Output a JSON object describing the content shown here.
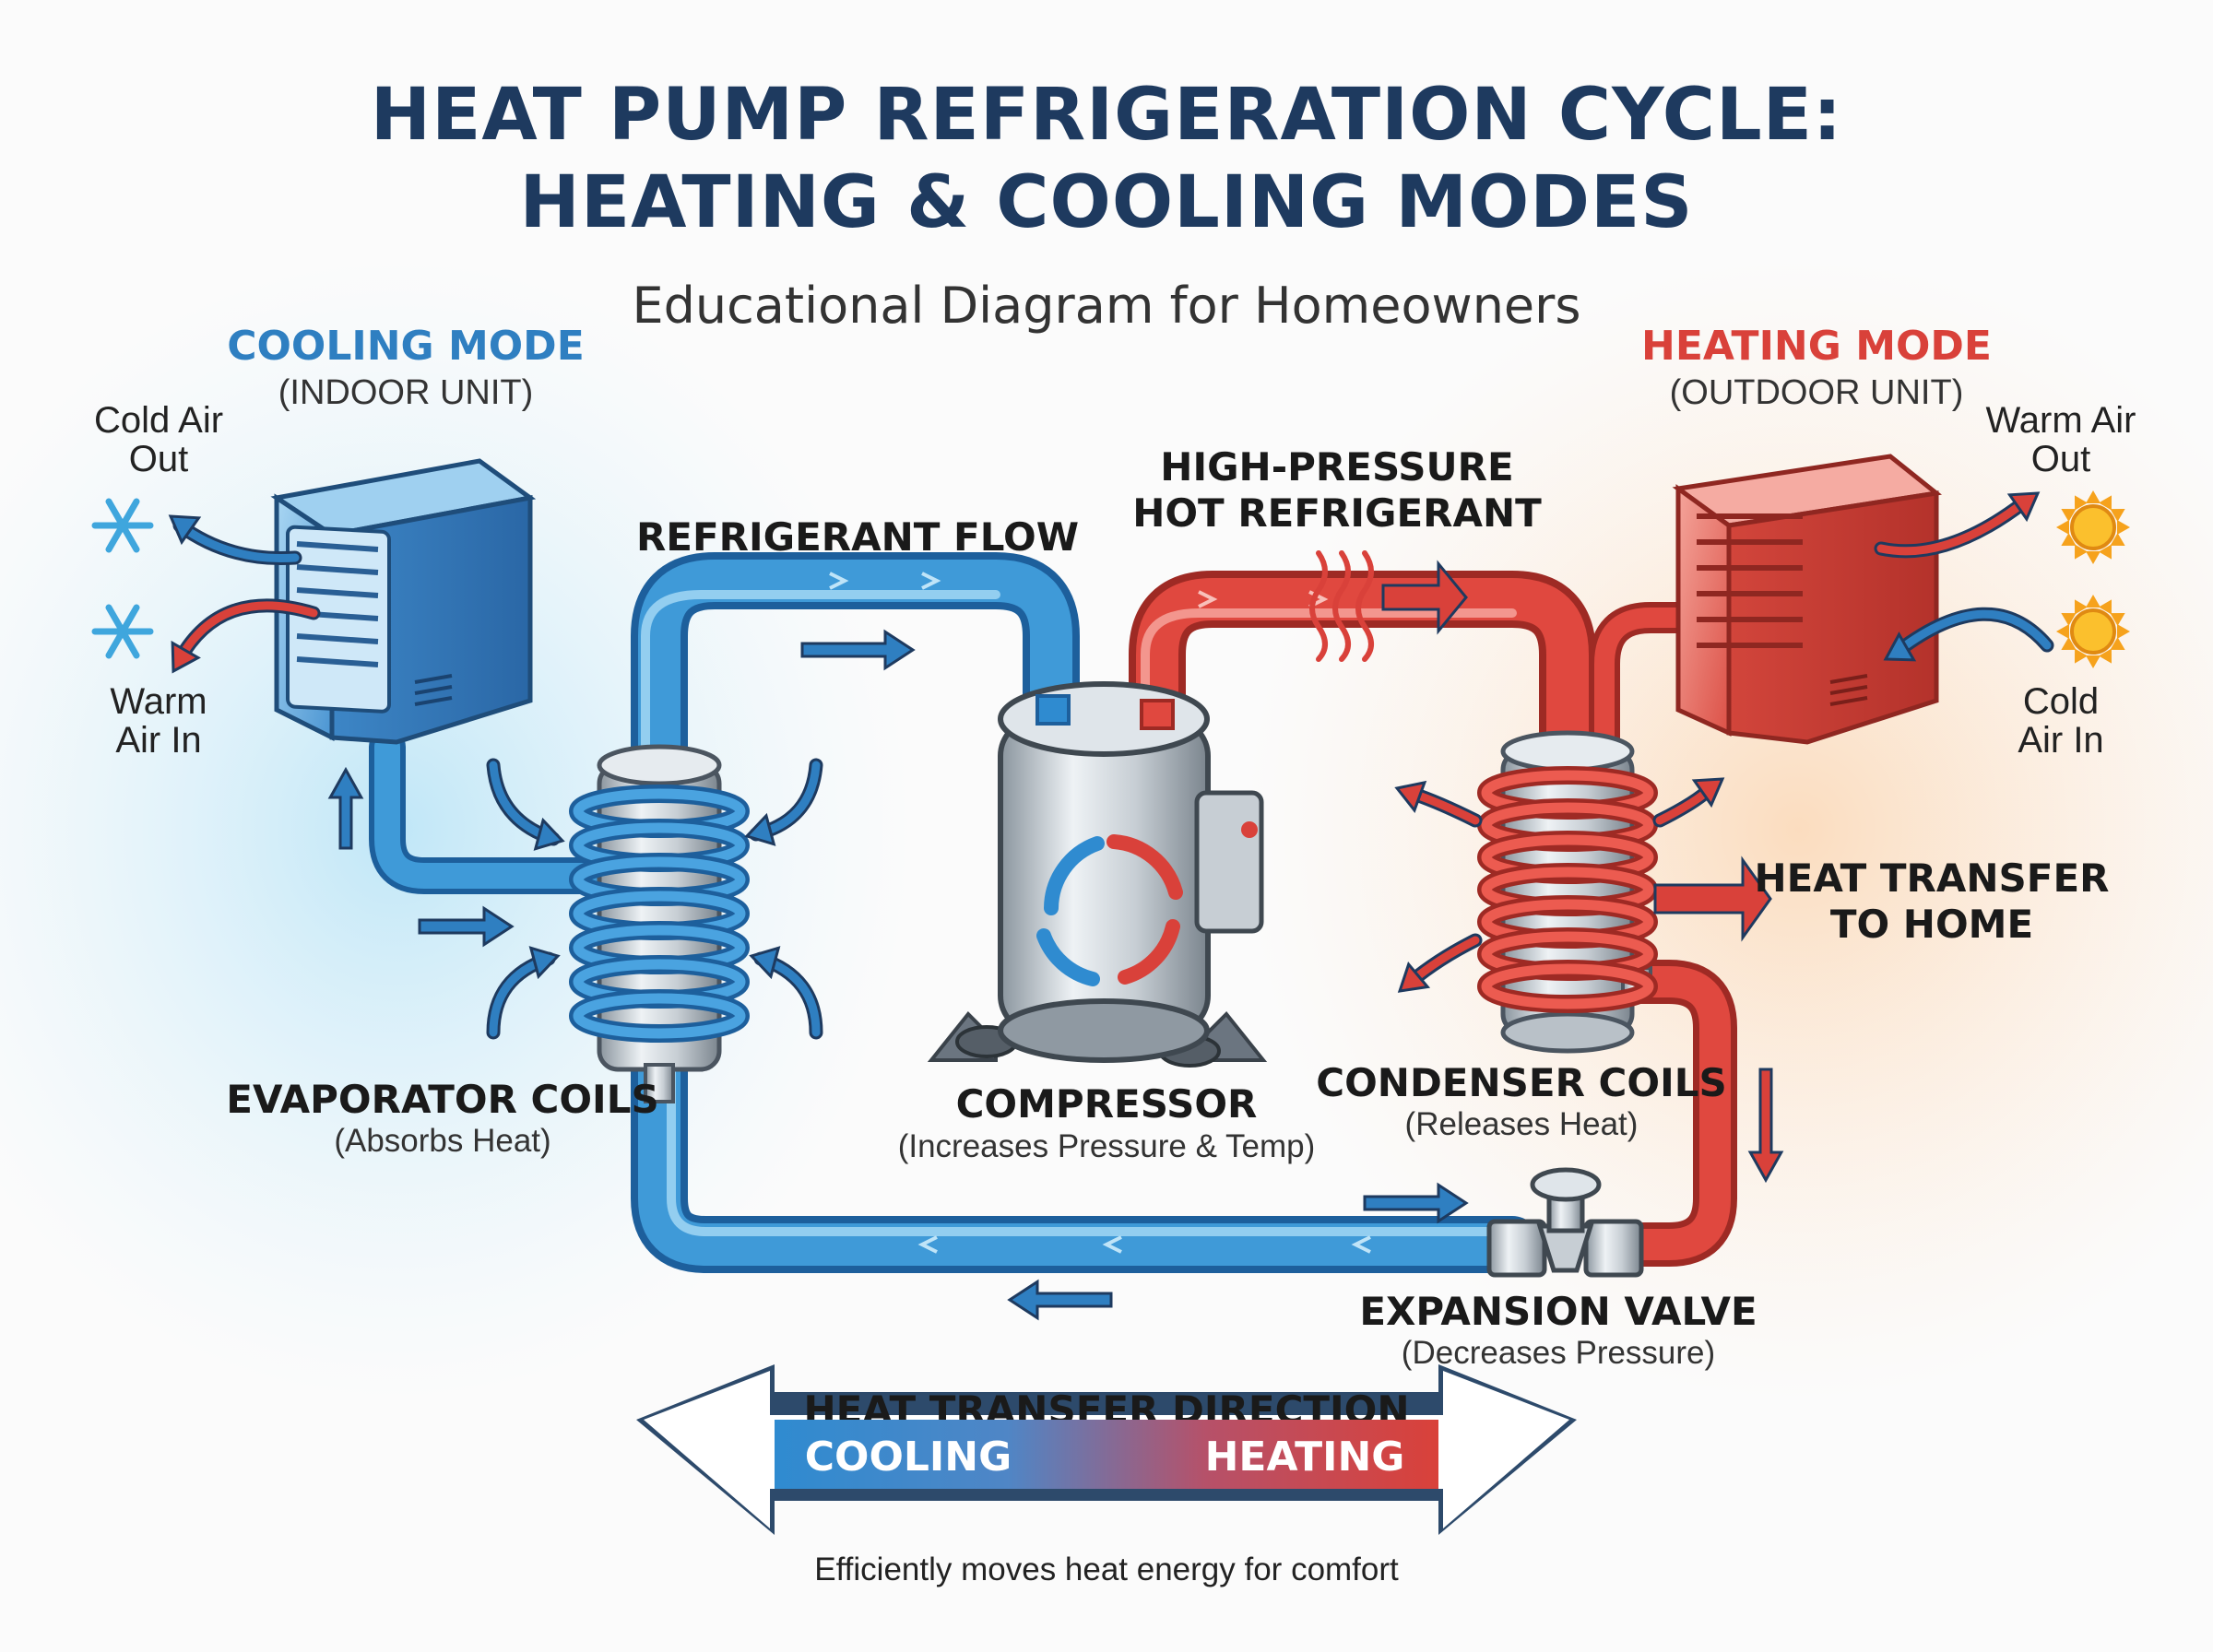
{
  "title": {
    "line1": "HEAT PUMP REFRIGERATION CYCLE:",
    "line2": "HEATING & COOLING MODES"
  },
  "subtitle": "Educational Diagram for Homeowners",
  "cooling_unit": {
    "mode": "COOLING MODE",
    "unit": "(INDOOR UNIT)",
    "air_out": [
      "Cold Air",
      "Out"
    ],
    "air_in": [
      "Warm",
      "Air In"
    ],
    "accent": "#2f7fc1"
  },
  "heating_unit": {
    "mode": "HEATING MODE",
    "unit": "(OUTDOOR UNIT)",
    "air_out": [
      "Warm Air",
      "Out"
    ],
    "air_in": [
      "Cold",
      "Air In"
    ],
    "accent": "#d9413a"
  },
  "flow_labels": {
    "refrigerant_flow": "REFRIGERANT FLOW",
    "hot_refrigerant": [
      "HIGH-PRESSURE",
      "HOT REFRIGERANT"
    ],
    "heat_to_home": [
      "HEAT TRANSFER",
      "TO HOME"
    ]
  },
  "components": {
    "evaporator": {
      "name": "EVAPORATOR COILS",
      "desc": "(Absorbs Heat)"
    },
    "compressor": {
      "name": "COMPRESSOR",
      "desc": "(Increases Pressure & Temp)"
    },
    "condenser": {
      "name": "CONDENSER COILS",
      "desc": "(Releases Heat)"
    },
    "expansion_valve": {
      "name": "EXPANSION VALVE",
      "desc": "(Decreases Pressure)"
    }
  },
  "direction_arrow": {
    "heading": "HEAT TRANSFER DIRECTION",
    "left": "COOLING",
    "right": "HEATING",
    "caption": "Efficiently moves heat energy for comfort"
  },
  "icons": [
    "snowflake-icon",
    "sun-icon",
    "arrow-icon"
  ],
  "colors": {
    "cold": "#2f7fc1",
    "hot": "#d9413a",
    "title": "#1e3a5f"
  }
}
